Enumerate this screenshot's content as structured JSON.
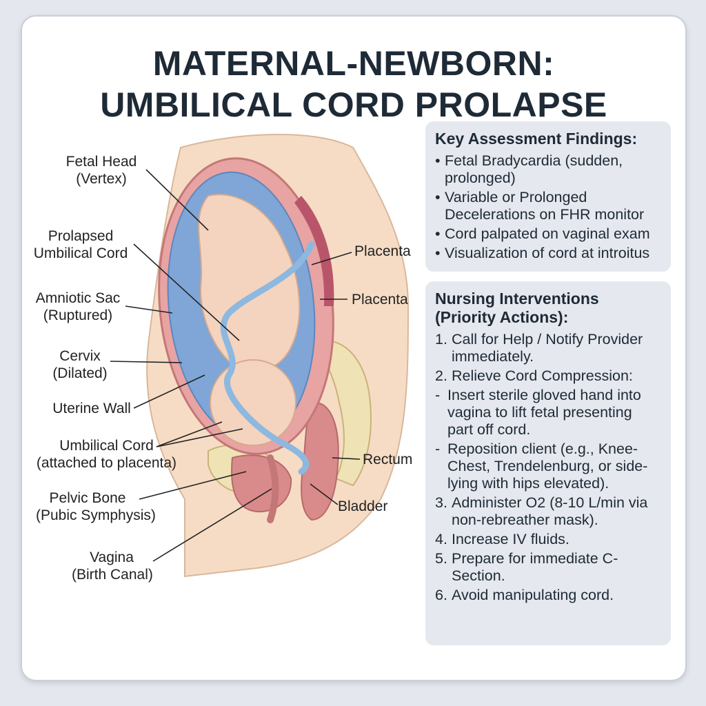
{
  "title": {
    "line1": "MATERNAL-NEWBORN:",
    "line2": "UMBILICAL CORD PROLAPSE"
  },
  "labels": {
    "fetal_head": [
      "Fetal Head",
      "(Vertex)"
    ],
    "prolapsed_cord": [
      "Prolapsed",
      "Umbilical Cord"
    ],
    "amniotic_sac": [
      "Amniotic Sac",
      "(Ruptured)"
    ],
    "cervix": [
      "Cervix",
      "(Dilated)"
    ],
    "uterine_wall": "Uterine Wall",
    "umbilical_cord": [
      "Umbilical Cord",
      "(attached to placenta)"
    ],
    "pelvic_bone": [
      "Pelvic Bone",
      "(Pubic Symphysis)"
    ],
    "vagina": [
      "Vagina",
      "(Birth Canal)"
    ],
    "placenta_1": "Placenta",
    "placenta_2": "Placenta",
    "rectum": "Rectum",
    "bladder": "Bladder"
  },
  "assessment": {
    "heading": "Key Assessment Findings:",
    "items": [
      [
        "Fetal Bradycardia (sudden,",
        "prolonged)"
      ],
      [
        "Variable or Prolonged",
        "Decelerations on FHR monitor"
      ],
      [
        "Cord palpated on vaginal exam"
      ],
      [
        "Visualization of cord at introitus"
      ]
    ]
  },
  "interventions": {
    "heading": [
      "Nursing Interventions",
      "(Priority Actions):"
    ],
    "items": [
      {
        "n": "1.",
        "lines": [
          "Call for Help / Notify Provider",
          "immediately."
        ]
      },
      {
        "n": "2.",
        "lines": [
          "Relieve Cord Compression:"
        ],
        "subs": [
          [
            "Insert sterile gloved hand into",
            "vagina to lift fetal presenting",
            "part off cord."
          ],
          [
            "Reposition client (e.g., Knee-",
            "Chest, Trendelenburg, or side-",
            "lying with hips elevated)."
          ]
        ]
      },
      {
        "n": "3.",
        "lines": [
          "Administer O2 (8-10 L/min via",
          "non-rebreather mask)."
        ]
      },
      {
        "n": "4.",
        "lines": [
          "Increase IV fluids."
        ]
      },
      {
        "n": "5.",
        "lines": [
          "Prepare for immediate C-",
          "Section."
        ]
      },
      {
        "n": "6.",
        "lines": [
          "Avoid manipulating cord."
        ]
      }
    ]
  },
  "colors": {
    "skin": "#f6dcc5",
    "uterus_wall": "#d98a8a",
    "amniotic_fluid": "#7fa6d6",
    "cord": "#8db8e0",
    "bone": "#efe2b5",
    "panel_bg": "#e5e8ee"
  }
}
